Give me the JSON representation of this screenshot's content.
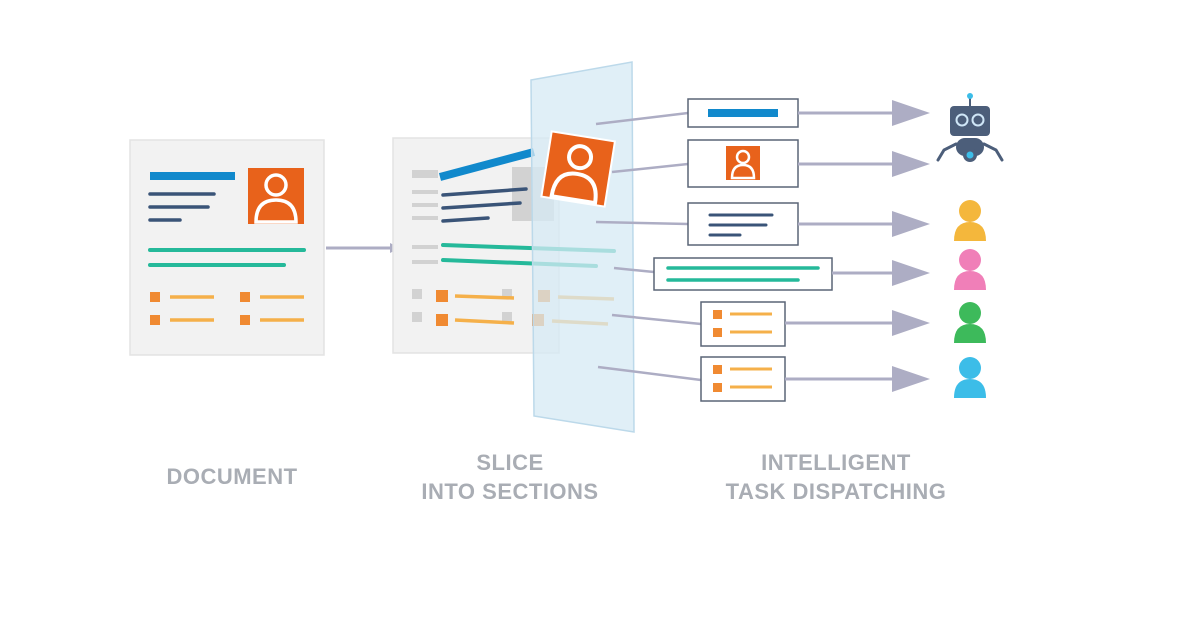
{
  "captions": {
    "document": "DOCUMENT",
    "slice_line1": "SLICE",
    "slice_line2": "INTO SECTIONS",
    "dispatch_line1": "INTELLIGENT",
    "dispatch_line2": "TASK DISPATCHING"
  },
  "colors": {
    "blue_bar": "#1189cc",
    "navy_line": "#3a5478",
    "teal_line": "#25b99a",
    "orange_bullet": "#f08a32",
    "orange_line": "#f5b04a",
    "avatar_bg": "#e8621b",
    "doc_bg": "#f2f2f2",
    "doc_border": "#e3e3e3",
    "glass": "#d6eaf4",
    "arrow": "#adadc4",
    "robot": "#4c5e7a",
    "person_yellow": "#f4b73c",
    "person_pink": "#f07fb8",
    "person_green": "#3dba5b",
    "person_cyan": "#3cbde8",
    "caption_text": "#a9adb4"
  },
  "dispatch": {
    "task_count": 6,
    "recipients": [
      "robot-icon",
      "person-icon-yellow",
      "person-icon-pink",
      "person-icon-green",
      "person-icon-cyan"
    ]
  }
}
